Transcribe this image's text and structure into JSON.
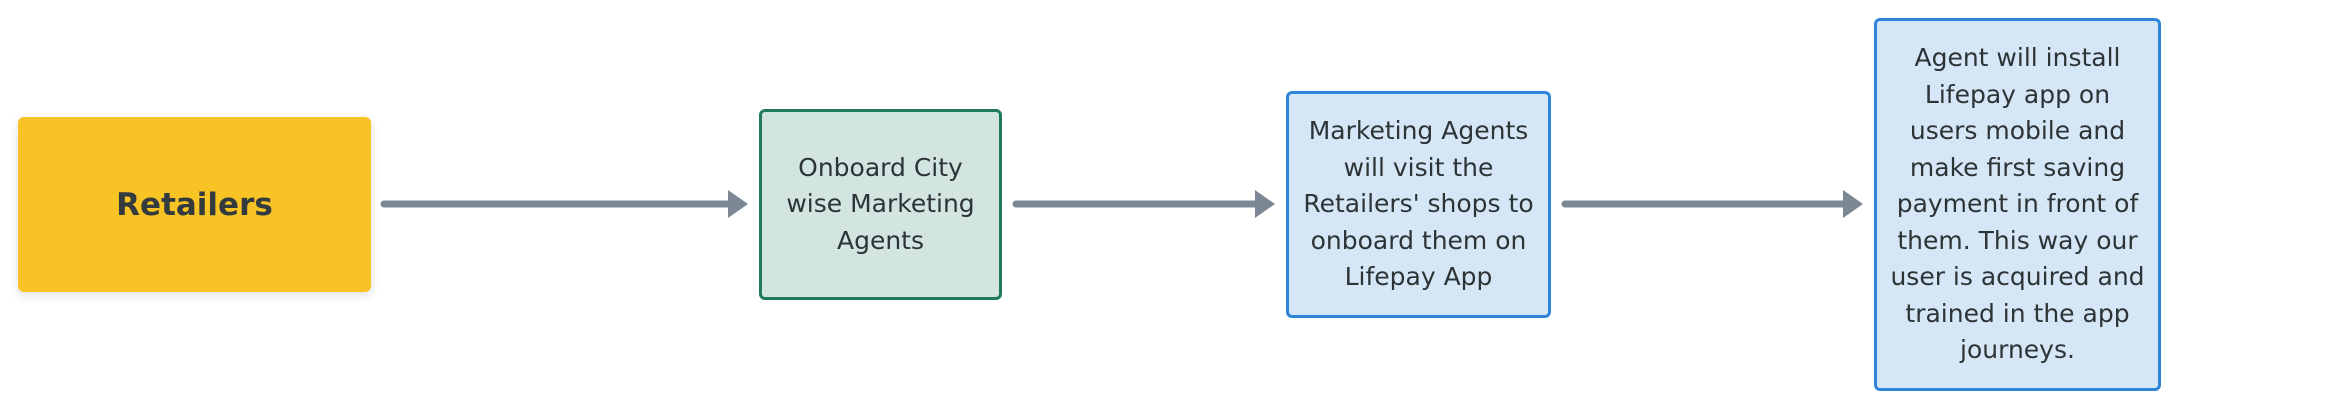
{
  "nodes": {
    "retailers": "Retailers",
    "onboard_agents": "Onboard City\nwise Marketing\nAgents",
    "agents_visit": "Marketing Agents\nwill visit the\nRetailers' shops to\nonboard them on\nLifepay App",
    "install_app": "Agent will install\nLifepay app on\nusers mobile and\nmake first saving\npayment in front of\nthem. This way our\nuser is acquired and\ntrained in the app\njourneys."
  },
  "colors": {
    "retailers_fill": "#f8c325",
    "onboard_fill": "#d3e5e1",
    "onboard_border": "#1f7a5e",
    "step_fill": "#d5e6f6",
    "step_border": "#2f86d8",
    "connector": "#7b8893"
  }
}
